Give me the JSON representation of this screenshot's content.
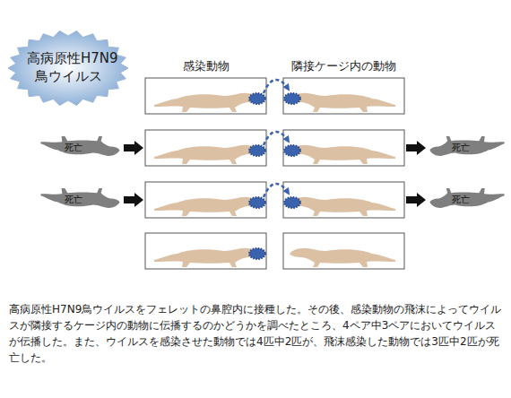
{
  "diagram": {
    "caption": "高病原性H7N9鳥ウイルスをフェレットの鼻腔内に接種した。その後、感染動物の飛沫によってウイルスが隣接するケージ内の動物に伝播するのかどうかを調べたところ、4ペア中3ペアにおいてウイルスが伝播した。また、ウイルスを感染させた動物では4匹中2匹が、飛沫感染した動物では3匹中2匹が死亡した。",
    "nodes": [
      {
        "text": [
          "高病原性H7N9 鳥ウイルス"
        ]
      },
      {
        "text": [
          "死亡"
        ]
      },
      {
        "text": [
          "死亡"
        ]
      },
      {
        "text": [
          "死亡"
        ]
      },
      {
        "text": [
          "死亡"
        ]
      }
    ],
    "labels": [
      "感染動物",
      "隣接ケージ内の動物"
    ]
  }
}
